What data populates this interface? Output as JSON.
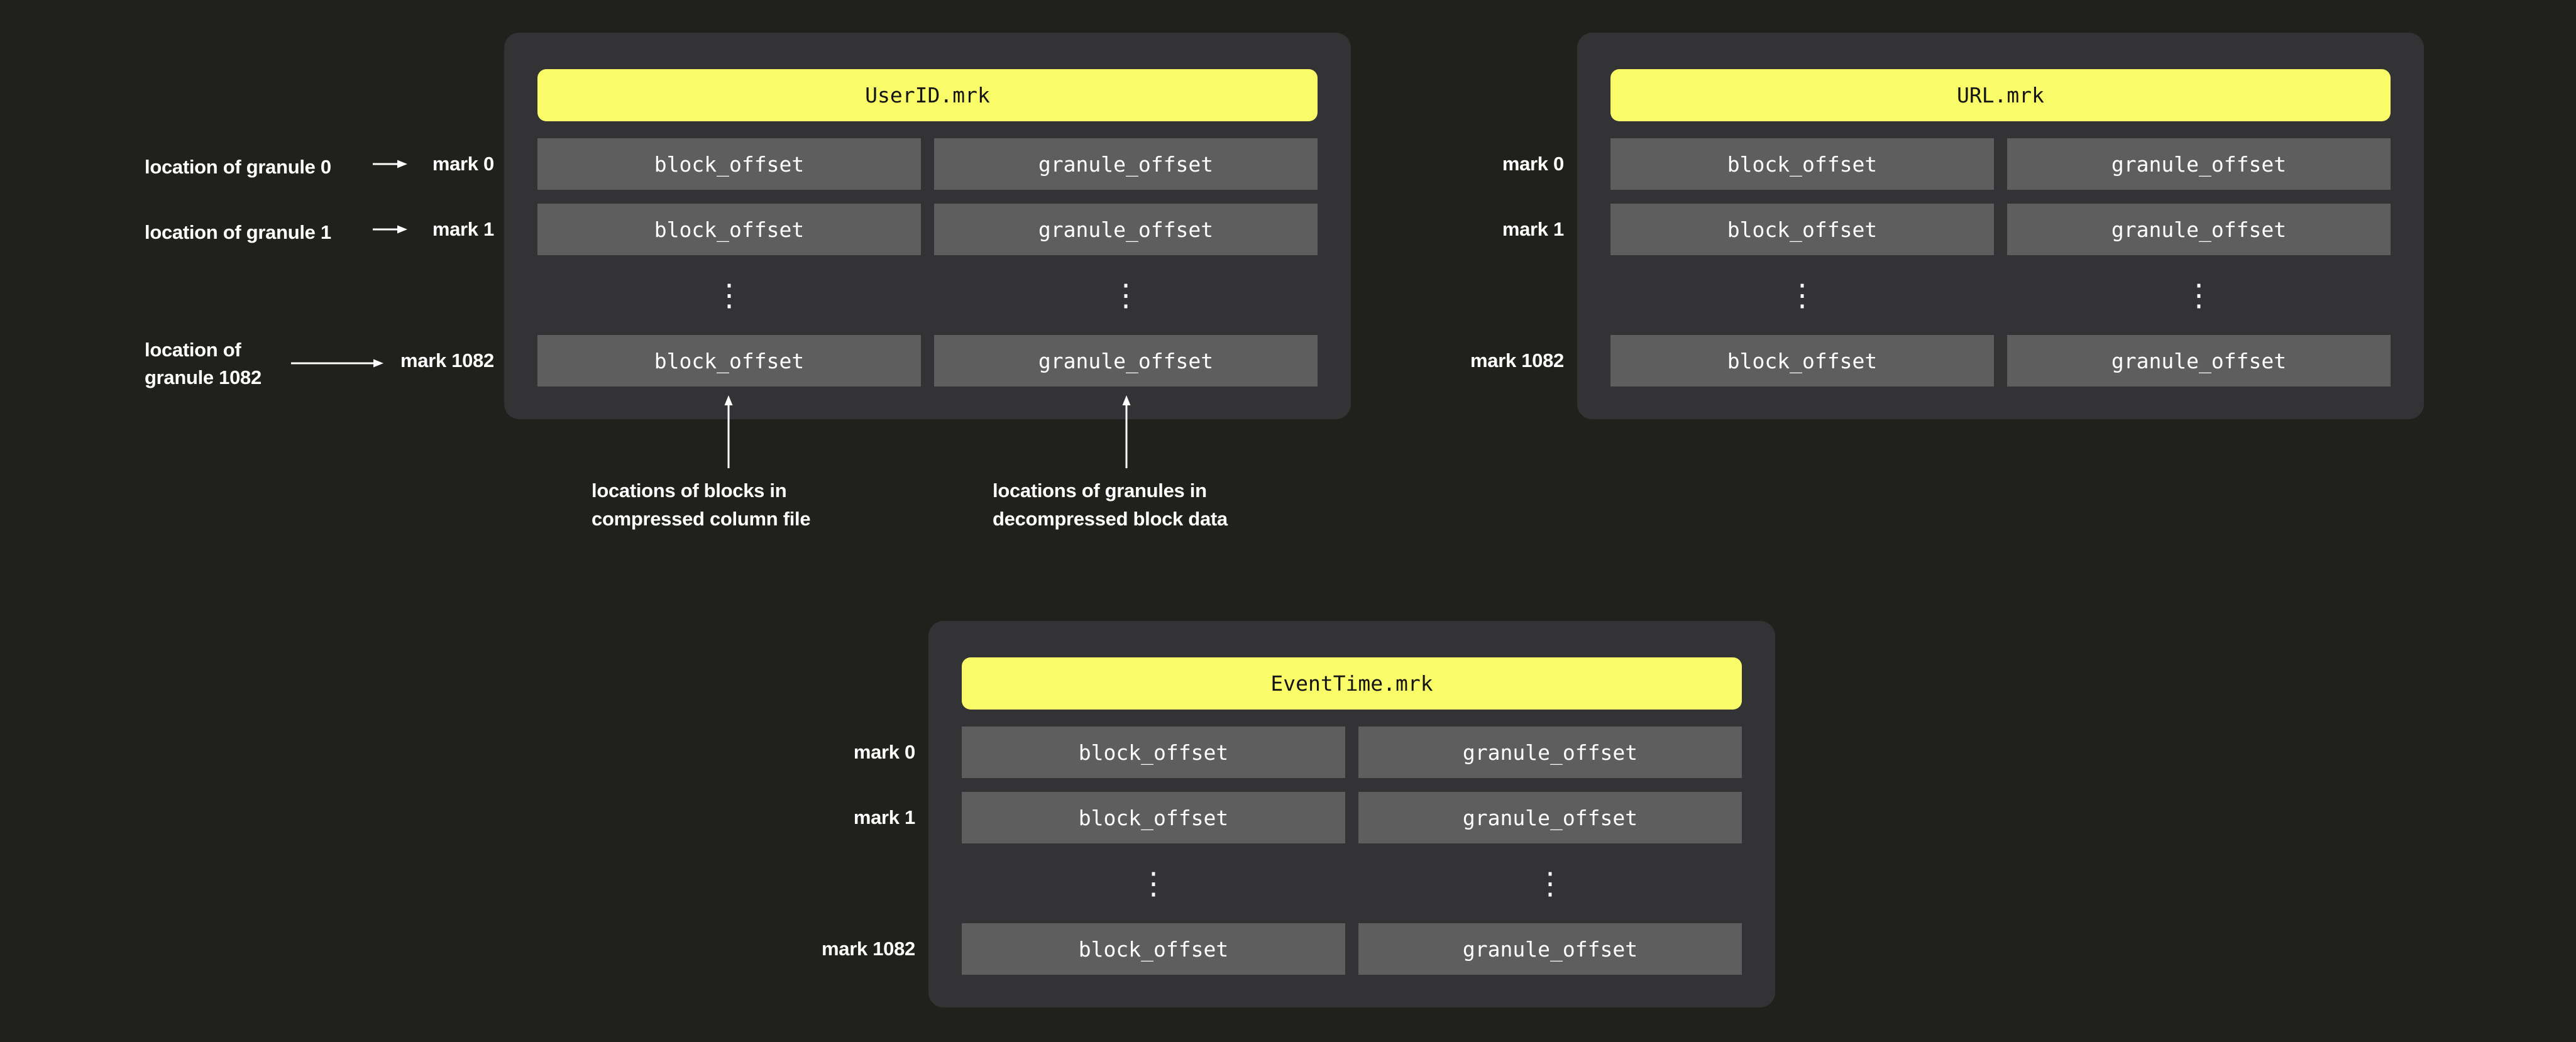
{
  "colors": {
    "bg": "#20211c",
    "panel": "#333235",
    "cell": "#5e5e5e",
    "accent": "#f9fb69",
    "text_light": "#ffffff",
    "text_dark": "#141414"
  },
  "panels": [
    {
      "title": "UserID.mrk",
      "ellipsis": "⋮",
      "marks": [
        "mark 0",
        "mark 1",
        "mark 1082"
      ],
      "rows": [
        [
          "block_offset",
          "granule_offset"
        ],
        [
          "block_offset",
          "granule_offset"
        ],
        [
          "block_offset",
          "granule_offset"
        ]
      ]
    },
    {
      "title": "URL.mrk",
      "ellipsis": "⋮",
      "marks": [
        "mark 0",
        "mark 1",
        "mark 1082"
      ],
      "rows": [
        [
          "block_offset",
          "granule_offset"
        ],
        [
          "block_offset",
          "granule_offset"
        ],
        [
          "block_offset",
          "granule_offset"
        ]
      ]
    },
    {
      "title": "EventTime.mrk",
      "ellipsis": "⋮",
      "marks": [
        "mark 0",
        "mark 1",
        "mark 1082"
      ],
      "rows": [
        [
          "block_offset",
          "granule_offset"
        ],
        [
          "block_offset",
          "granule_offset"
        ],
        [
          "block_offset",
          "granule_offset"
        ]
      ]
    }
  ],
  "annotations": {
    "granule_pointers": [
      {
        "label": "location of granule 0"
      },
      {
        "label": "location of granule 1"
      },
      {
        "label_line1": "location of",
        "label_line2": "granule 1082"
      }
    ],
    "block_note": {
      "line1": "locations of blocks in",
      "line2": "compressed column file"
    },
    "granule_note": {
      "line1": "locations of granules in",
      "line2": "decompressed block data"
    }
  }
}
